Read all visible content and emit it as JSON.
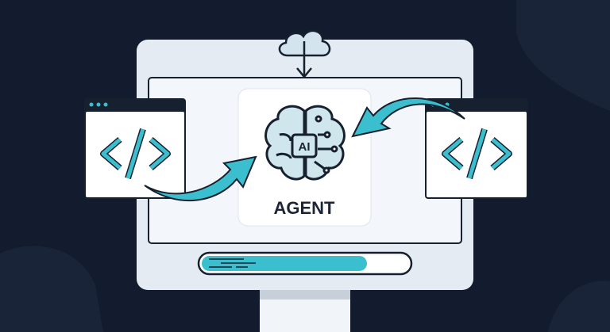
{
  "agent_card": {
    "chip_label": "AI",
    "title": "AGENT"
  },
  "progress": {
    "value": 0.8
  },
  "colors": {
    "background": "#131c2e",
    "accent": "#3bbfcf",
    "outline": "#16202f",
    "monitor": "#e6edf5",
    "screen": "#f3f6fa"
  },
  "icons": [
    "cloud-download-icon",
    "code-icon",
    "brain-icon",
    "arrow-icon"
  ]
}
